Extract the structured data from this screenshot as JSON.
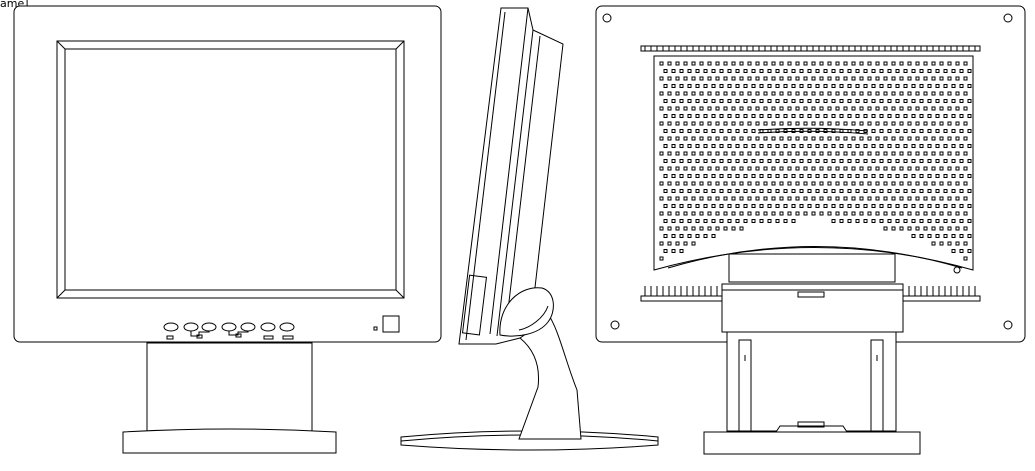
{
  "frame_label": "ame]",
  "colors": {
    "line": "#000000",
    "background": "#ffffff"
  },
  "views": [
    "front-view",
    "side-view",
    "rear-view"
  ]
}
